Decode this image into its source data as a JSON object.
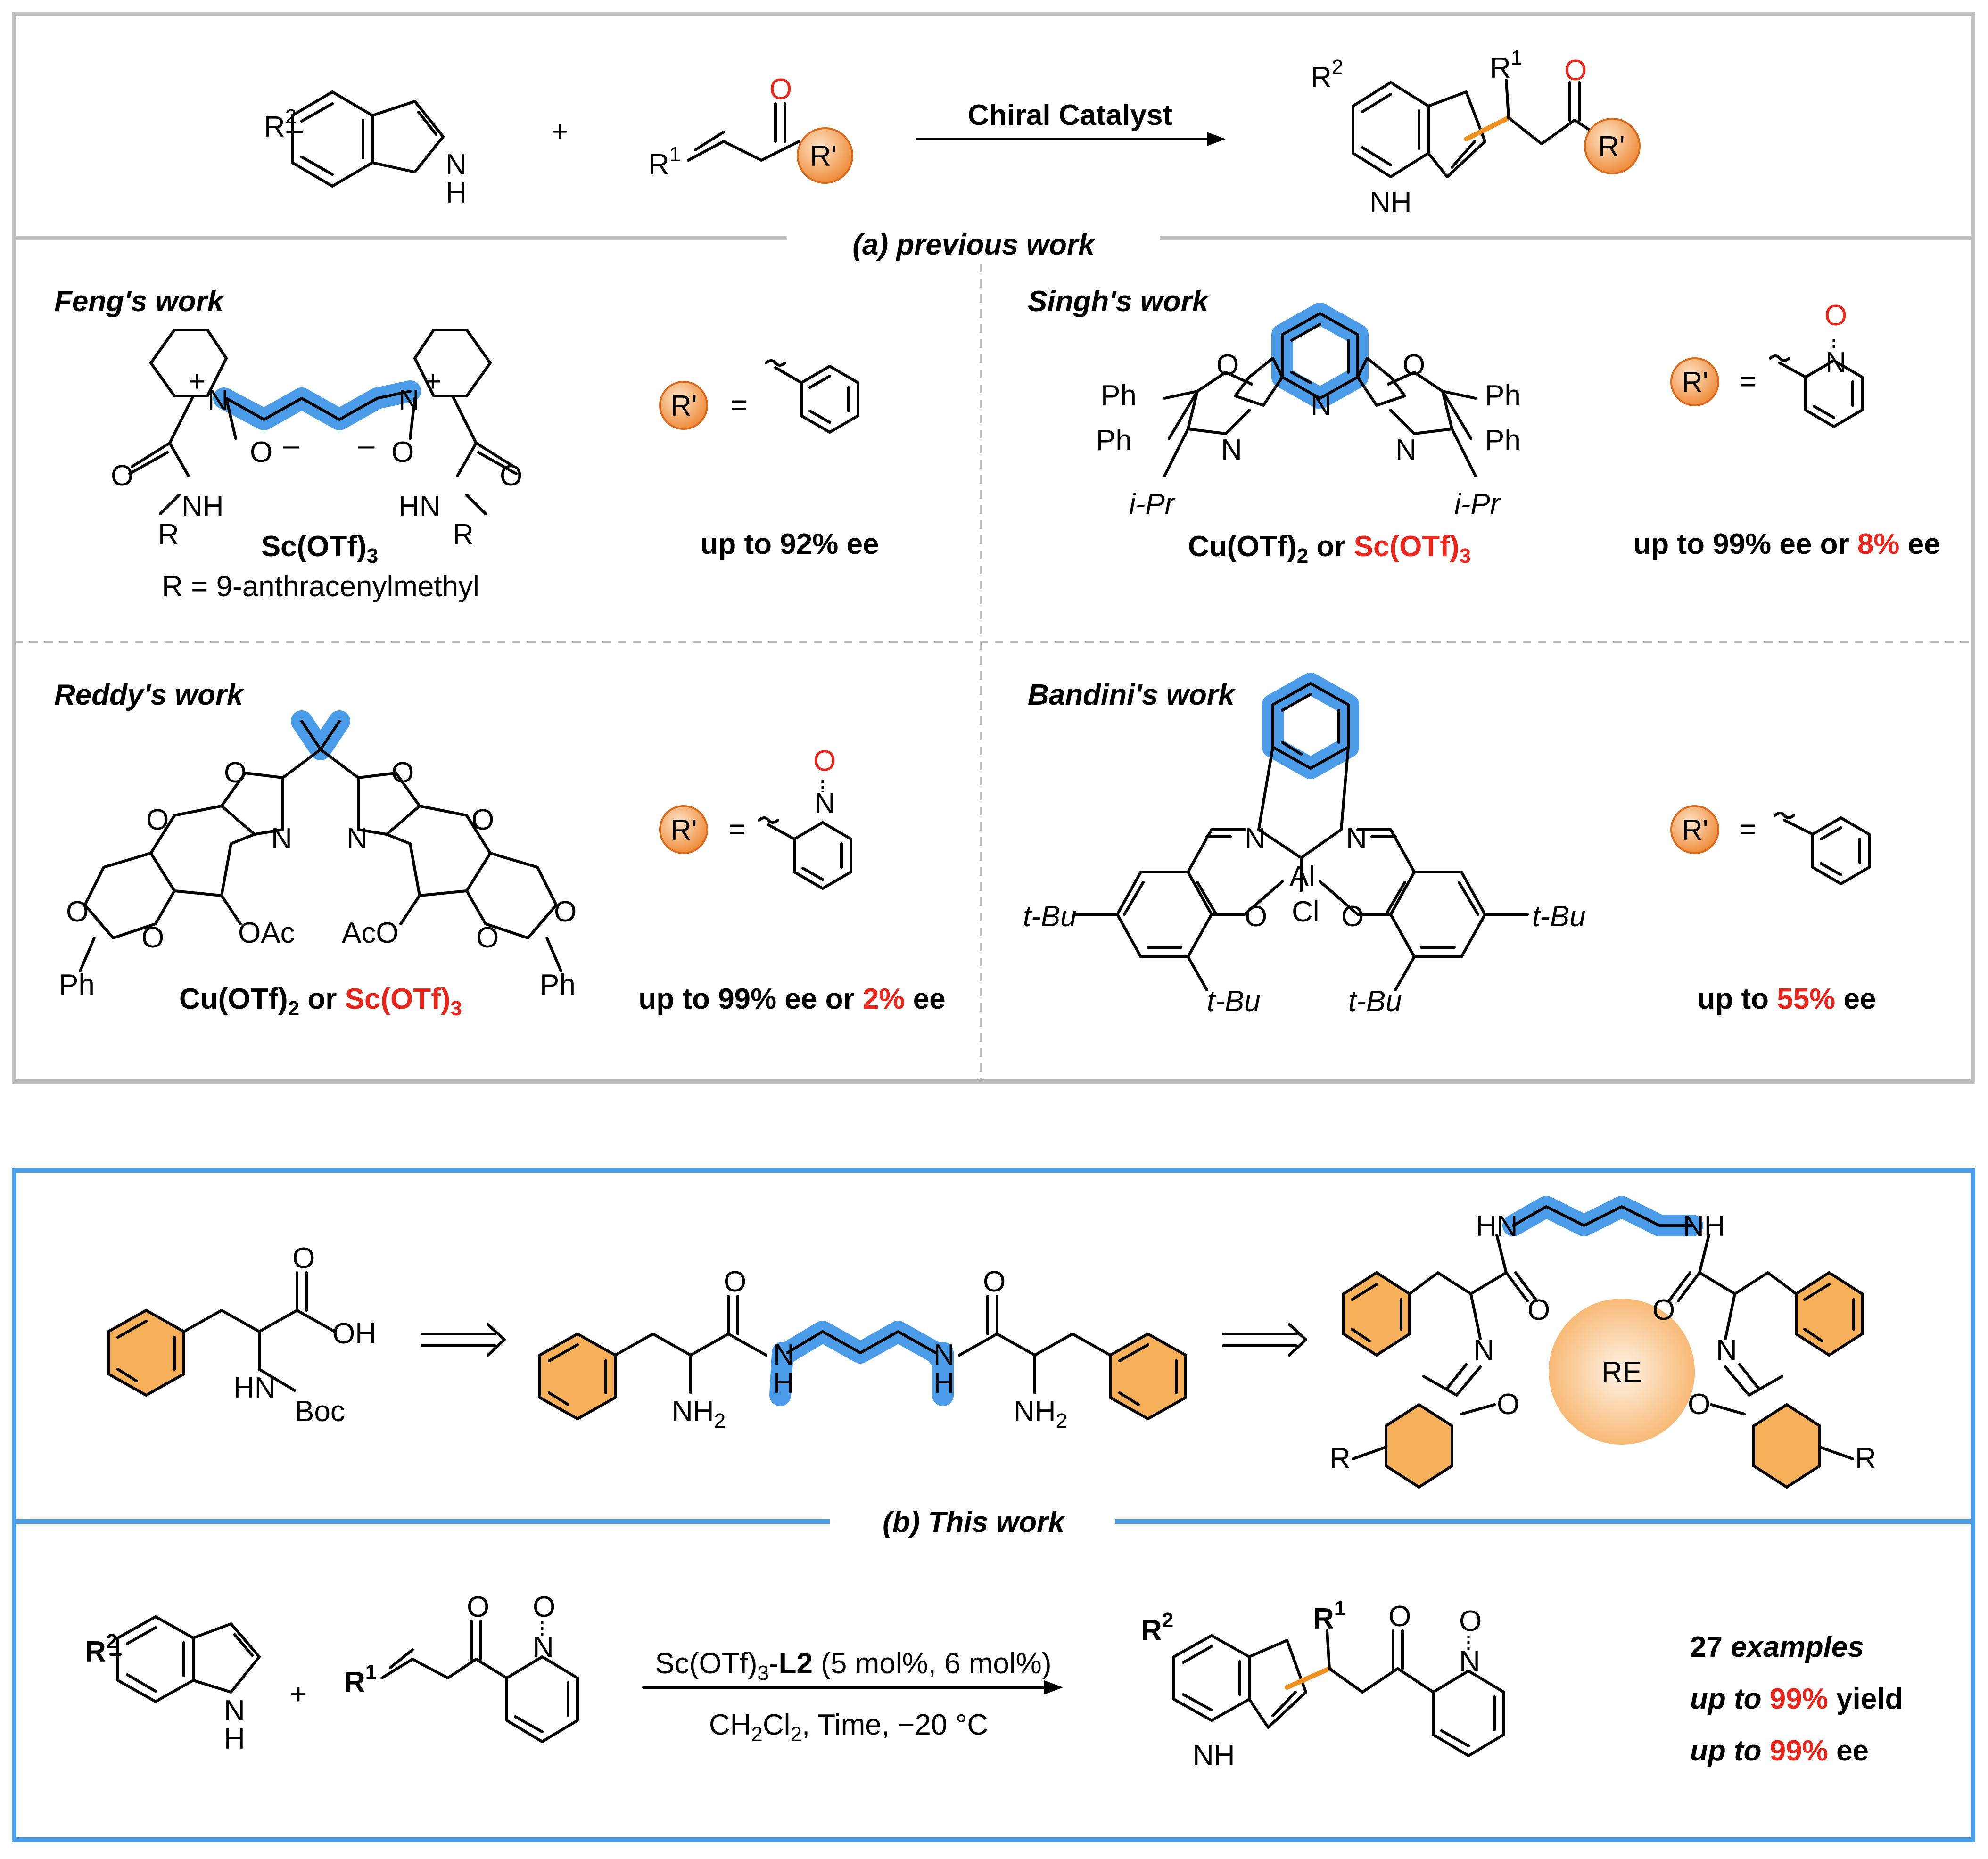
{
  "panel_a": {
    "caption": "(a) previous work",
    "reaction": {
      "indole_sub": "R",
      "indole_sub_sup": "2",
      "nh": "N",
      "nh_h": "H",
      "plus": "+",
      "enone_sub": "R",
      "enone_sub_sup": "1",
      "oxygen": "O",
      "rprime": "R'",
      "catalyst": "Chiral Catalyst",
      "product_sub_r2": "R",
      "product_sub_r2_sup": "2",
      "product_sub_r1": "R",
      "product_sub_r1_sup": "1",
      "product_nh": "NH"
    },
    "feng": {
      "title": "Feng's work",
      "catalyst": "Sc(OTf)",
      "catalyst_sub": "3",
      "r_def": "R = 9-anthracenylmethyl",
      "rprime_def_label": "R'",
      "eq": "=",
      "result": "up to 92% ee",
      "atoms": {
        "n": "N",
        "plus": "+",
        "o": "O",
        "minus": "–",
        "nh": "NH",
        "hn": "HN",
        "r": "R",
        "co": "O"
      }
    },
    "singh": {
      "title": "Singh's work",
      "catalyst_a": "Cu(OTf)",
      "catalyst_a_sub": "2",
      "or": "or",
      "catalyst_b": "Sc(OTf)",
      "catalyst_b_sub": "3",
      "rprime_def_label": "R'",
      "eq": "=",
      "result_a": "up to 99% ee or",
      "result_b": "8%",
      "result_c": "ee",
      "atoms": {
        "ph": "Ph",
        "o": "O",
        "n": "N",
        "ipr": "i-Pr"
      }
    },
    "reddy": {
      "title": "Reddy's work",
      "catalyst_a": "Cu(OTf)",
      "catalyst_a_sub": "2",
      "or": "or",
      "catalyst_b": "Sc(OTf)",
      "catalyst_b_sub": "3",
      "rprime_def_label": "R'",
      "eq": "=",
      "result_a": "up to 99% ee or",
      "result_b": "2%",
      "result_c": "ee",
      "atoms": {
        "o": "O",
        "n": "N",
        "oac": "OAc",
        "aco": "AcO",
        "ph": "Ph"
      }
    },
    "bandini": {
      "title": "Bandini's work",
      "rprime_def_label": "R'",
      "eq": "=",
      "result_a": "up to",
      "result_b": "55%",
      "result_c": "ee",
      "atoms": {
        "n": "N",
        "al": "Al",
        "o": "O",
        "cl": "Cl",
        "tbu": "t-Bu"
      }
    }
  },
  "panel_b": {
    "caption": "(b) This work",
    "boc_phe": {
      "o": "O",
      "oh": "OH",
      "hn": "HN",
      "boc": "Boc"
    },
    "diamide": {
      "o": "O",
      "n": "N",
      "h": "H",
      "nh2": "NH",
      "nh2_sub": "2"
    },
    "ligand_complex": {
      "hn": "HN",
      "nh": "NH",
      "o": "O",
      "n": "N",
      "re": "RE",
      "r": "R"
    },
    "reaction": {
      "indole_sub": "R",
      "indole_sub_sup": "2",
      "nh": "N",
      "nh_h": "H",
      "plus": "+",
      "enone_sub": "R",
      "enone_sub_sup": "1",
      "oxygen": "O",
      "pyr_n": "N",
      "pyr_o": "O",
      "conditions_1a": "Sc(OTf)",
      "conditions_1b": "3",
      "conditions_1c": "-",
      "conditions_1d": "L2",
      "conditions_1e": " (5 mol%, 6 mol%)",
      "conditions_2a": "CH",
      "conditions_2b": "2",
      "conditions_2c": "Cl",
      "conditions_2d": "2",
      "conditions_2e": ", Time, −20 °C",
      "product_r2": "R",
      "product_r2_sup": "2",
      "product_r1": "R",
      "product_r1_sup": "1",
      "product_nh": "NH"
    },
    "summary": {
      "examples": "27",
      "examples_label": "examples",
      "yield_a": "up to",
      "yield_b": "99%",
      "yield_c": "yield",
      "ee_a": "up to",
      "ee_b": "99%",
      "ee_c": "ee"
    }
  },
  "colors": {
    "panel_a_border": "#bdbdbd",
    "panel_b_border": "#4a9be8",
    "highlight_blue": "#4a9be8",
    "highlight_orange": "#f0901e",
    "red_text": "#e8261c",
    "rprime_ball": "#f7a35c"
  }
}
